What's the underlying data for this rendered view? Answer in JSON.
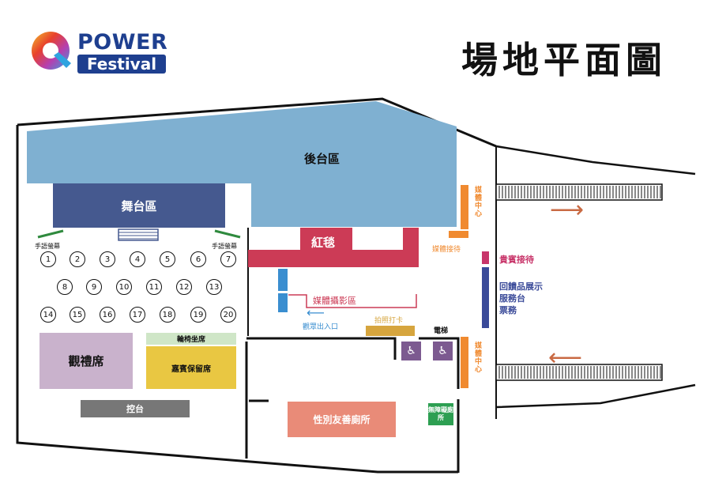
{
  "logo": {
    "line1": "POWER",
    "line2": "Festival",
    "text_color": "#1e3f8f"
  },
  "title": "場地平面圖",
  "zones": {
    "backstage": "後台區",
    "stage": "舞台區",
    "red_carpet": "紅毯",
    "media_photo": "媒體攝影區",
    "media_center_top": "媒體中心",
    "media_center_bottom": "媒體中心",
    "media_reception": "媒體接待",
    "vip_reception": "貴賓接待",
    "merch": [
      "回饋品展示",
      "服務台",
      "票務"
    ],
    "audience_exit": "觀眾出入口",
    "photo_checkin": "拍照打卡",
    "elevator": "電梯",
    "wheelchair_seats": "輪椅坐席",
    "viewing_seats": "觀禮席",
    "vip_seats": "嘉賓保留席",
    "control": "控台",
    "gender_restroom": "性別友善廁所",
    "accessible_restroom": "無障礙廁所",
    "sign_language_left": "手語螢幕",
    "sign_language_right": "手語螢幕"
  },
  "seats": [
    [
      "1",
      "2",
      "3",
      "4",
      "5",
      "6",
      "7"
    ],
    [
      "8",
      "9",
      "10",
      "11",
      "12",
      "13"
    ],
    [
      "14",
      "15",
      "16",
      "17",
      "18",
      "19",
      "20"
    ]
  ],
  "icons": {
    "wheelchair_1": "wheelchair-icon",
    "wheelchair_2": "wheelchair-icon",
    "entry_arrow": "arrow-right-icon",
    "exit_arrow": "arrow-left-icon",
    "audience_arrow": "arrow-left-icon"
  },
  "colors": {
    "backstage": "#7fb0d1",
    "stage": "#45598f",
    "red_carpet": "#cc3b56",
    "media": "#f08a30",
    "vip_reception": "#c8356a",
    "merch": "#3a4a99",
    "audience_exit": "#3a8ed0",
    "photo_checkin": "#d6a53e",
    "elevator_icon": "#7c5a90",
    "wheelchair_seats": "#cfe6c7",
    "viewing_seats": "#c9b2cc",
    "vip_seats": "#e9c742",
    "control": "#777777",
    "gender_restroom": "#e98b78",
    "accessible_restroom": "#2d9f52",
    "sign_language": "#2f8a3e",
    "arrows": "#c96a43"
  }
}
